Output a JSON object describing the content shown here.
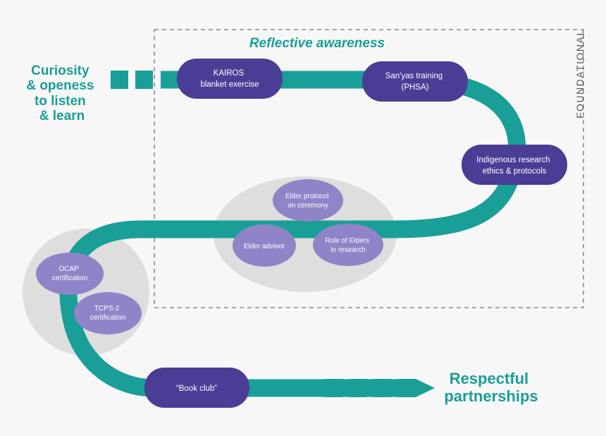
{
  "colors": {
    "teal": "#1a9e98",
    "purple_dark": "#4a3d96",
    "purple_light": "#8f84c8",
    "group_bg": "#d9d9d9",
    "frame": "#8a8a8a",
    "background": "#f7f7f7"
  },
  "frame": {
    "title": "Reflective awareness",
    "side_label": "FOUNDATIONAL"
  },
  "start": {
    "lines": [
      "Curiosity",
      "& openess",
      "to listen",
      "& learn"
    ]
  },
  "end": {
    "lines": [
      "Respectful",
      "partnerships"
    ]
  },
  "nodes": {
    "kairos": {
      "lines": [
        "KAIROS",
        "blanket exercise"
      ]
    },
    "sanyas": {
      "lines": [
        "San'yas training",
        "(PHSA)"
      ]
    },
    "indigenous": {
      "lines": [
        "Indigenous research",
        "ethics & protocols"
      ]
    },
    "book_club": {
      "lines": [
        "“Book club”"
      ]
    }
  },
  "elder_group": {
    "protocol": {
      "lines": [
        "Elder protocol",
        "on ceremony"
      ]
    },
    "advisor": {
      "lines": [
        "Elder advisor"
      ]
    },
    "role": {
      "lines": [
        "Role of Elders",
        "in research"
      ]
    }
  },
  "cert_group": {
    "ocap": {
      "lines": [
        "OCAP",
        "certification"
      ]
    },
    "tcps": {
      "lines": [
        "TCPS-2",
        "certification"
      ]
    }
  }
}
